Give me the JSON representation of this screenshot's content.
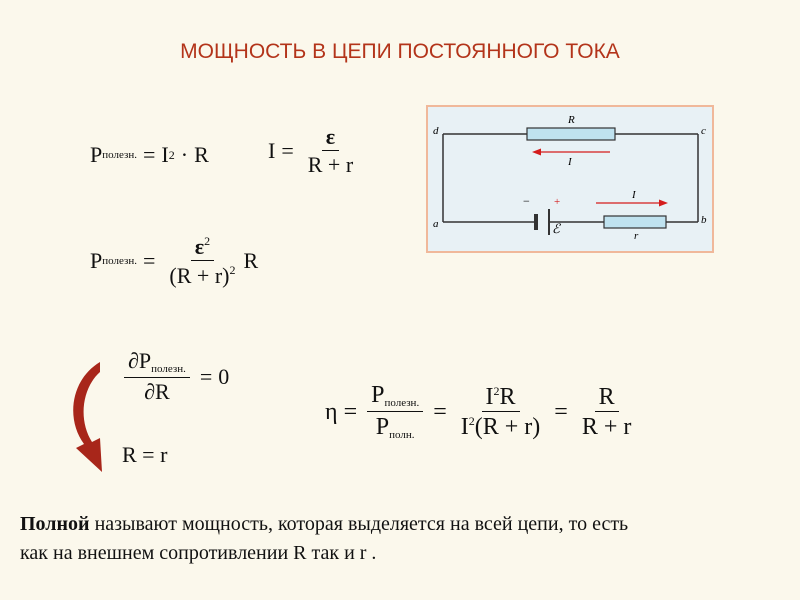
{
  "title": "МОЩНОСТЬ В ЦЕПИ ПОСТОЯННОГО ТОКА",
  "formulas": {
    "p": "P",
    "useful_sub": "полезн.",
    "full_sub": "полн.",
    "eq": "=",
    "I": "I",
    "R": "R",
    "r": "r",
    "two": "2",
    "dot": "·",
    "plus": "+",
    "emf": "ε",
    "zero": "0",
    "d": "∂",
    "eta": "η",
    "lparen": "(",
    "rparen": ")",
    "r_plus_r": "R + r",
    "r_plus_r_paren": "(R + r)",
    "r_eq_r": "R = r"
  },
  "circuit": {
    "labels": {
      "a": "a",
      "b": "b",
      "c": "c",
      "d": "d",
      "R": "R",
      "r": "r",
      "I_top": "I",
      "I_bottom": "I",
      "emf": "ℰ",
      "minus": "−",
      "plus": "+"
    },
    "colors": {
      "wire": "#333333",
      "resistor": "#bfe2ef",
      "arrow": "#d41c1c",
      "background": "#e8f1f5",
      "border": "#f0b89a"
    }
  },
  "colors": {
    "title": "#b3341a",
    "curve_arrow": "#a8261a",
    "background": "#fbf8ec"
  },
  "bottom": {
    "bold": "Полной",
    "line1_rest": " называют мощность, которая выделяется на всей цепи, то есть",
    "line2": "как на внешнем сопротивлении R так и  r ."
  }
}
